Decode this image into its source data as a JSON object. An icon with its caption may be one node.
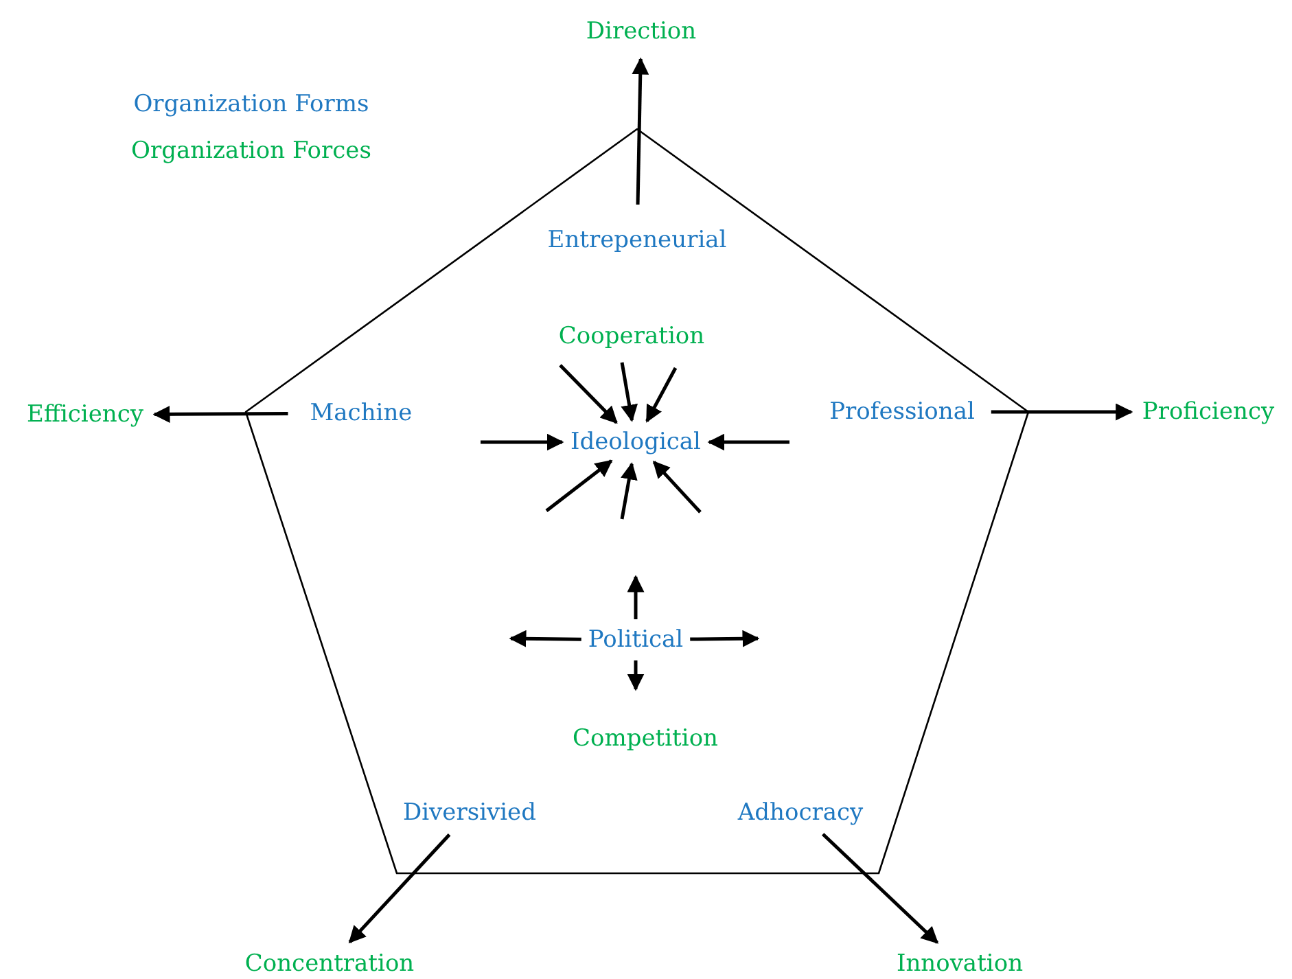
{
  "diagram": {
    "nodes": [
      {
        "text": [],
        "shape": "pentagon"
      },
      {
        "text": [
          "Entrepeneurial"
        ],
        "in": 0
      },
      {
        "text": [
          "Machine"
        ],
        "in": 0
      },
      {
        "text": [
          "Professional"
        ],
        "in": 0
      },
      {
        "text": [
          "Diversivied"
        ],
        "in": 0
      },
      {
        "text": [
          "Adhocracy"
        ],
        "in": 0
      },
      {
        "text": [
          "Ideological"
        ],
        "in": 0
      },
      {
        "text": [
          "Political"
        ],
        "in": 0
      },
      {
        "text": [
          "Direction"
        ]
      },
      {
        "text": [
          "Efficiency"
        ]
      },
      {
        "text": [
          "Proficiency"
        ]
      },
      {
        "text": [
          "Concentration"
        ]
      },
      {
        "text": [
          "Innovation"
        ]
      }
    ],
    "edges": [
      {
        "from": 1,
        "to": 8,
        "arrow": "to"
      },
      {
        "from": 2,
        "to": 9,
        "arrow": "to"
      },
      {
        "from": 3,
        "to": 10,
        "arrow": "to"
      },
      {
        "from": 4,
        "to": 11,
        "arrow": "to"
      },
      {
        "from": 5,
        "to": 12,
        "arrow": "to"
      },
      {
        "from": null,
        "to": 6,
        "arrow": "to"
      },
      {
        "from": null,
        "to": 6,
        "arrow": "to"
      },
      {
        "from": null,
        "to": 6,
        "arrow": "to"
      },
      {
        "from": null,
        "to": 6,
        "arrow": "to"
      },
      {
        "from": null,
        "to": 6,
        "arrow": "to"
      },
      {
        "from": null,
        "to": 6,
        "arrow": "to"
      },
      {
        "from": null,
        "to": 6,
        "arrow": "to"
      },
      {
        "from": null,
        "to": 6,
        "arrow": "to"
      },
      {
        "from": 7,
        "to": null,
        "arrow": "to"
      },
      {
        "from": 7,
        "to": null,
        "arrow": "to"
      },
      {
        "from": 7,
        "to": null,
        "arrow": "to"
      },
      {
        "from": 7,
        "to": null,
        "arrow": "to"
      }
    ],
    "labels": [
      "Cooperation",
      "Competition"
    ],
    "legend": [
      {
        "text": "Organization Forms",
        "color": "#1f78c1"
      },
      {
        "text": "Organization Forces",
        "color": "#00b050"
      }
    ]
  }
}
